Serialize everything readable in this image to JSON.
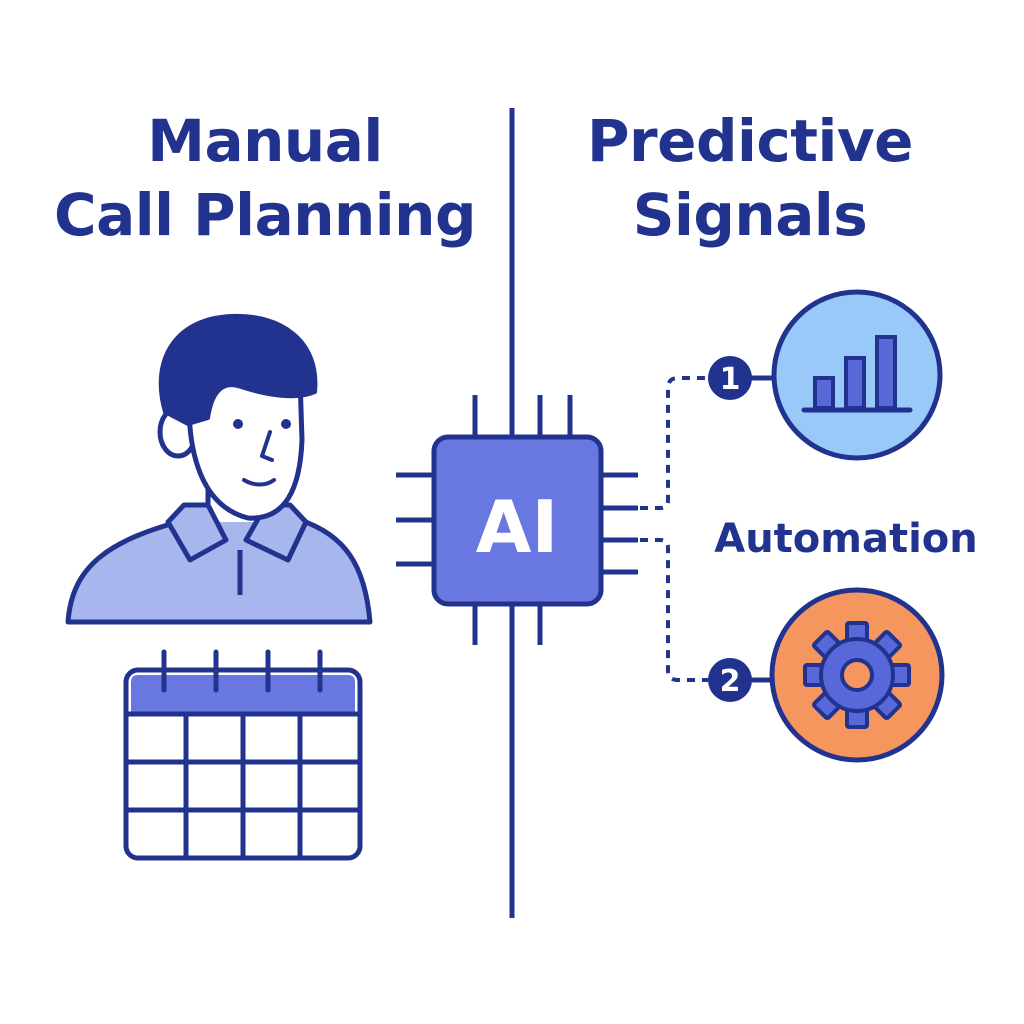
{
  "left_panel": {
    "title_line1": "Manual",
    "title_line2": "Call Planning"
  },
  "right_panel": {
    "title_line1": "Predictive",
    "title_line2": "Signals"
  },
  "chip": {
    "label": "AI"
  },
  "automation_label": "Automation",
  "steps": [
    {
      "number": "1",
      "icon": "bar-chart-icon"
    },
    {
      "number": "2",
      "icon": "gear-icon"
    }
  ],
  "icons": [
    "person-icon",
    "calendar-icon",
    "ai-chip-icon",
    "bar-chart-icon",
    "gear-icon"
  ],
  "colors": {
    "navy": "#22338f",
    "chip_fill": "#6878e0",
    "shirt_fill": "#a8b6ee",
    "calendar_header": "#6878e0",
    "chart_circle": "#99c9f8",
    "gear_circle": "#f6965f",
    "gear_fill": "#5868d8"
  }
}
